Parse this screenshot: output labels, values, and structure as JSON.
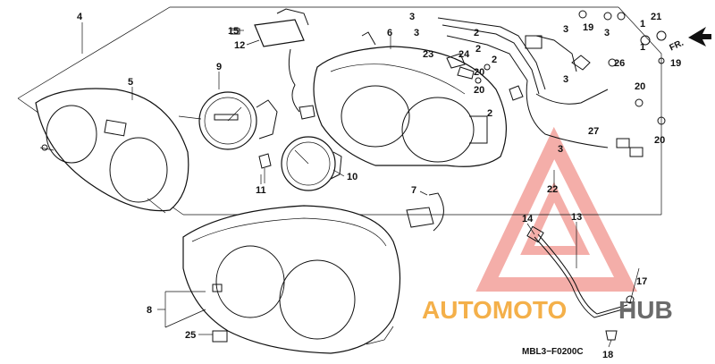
{
  "diagram": {
    "code": "MBL3−F0200C",
    "orientation_label": "FR.",
    "watermark": {
      "part1": "AUTOMOTO",
      "part2": "HUB"
    },
    "callouts": {
      "n1a": "1",
      "n1b": "1",
      "n2a": "2",
      "n2b": "2",
      "n2c": "2",
      "n2d": "2",
      "n3a": "3",
      "n3b": "3",
      "n3c": "3",
      "n3d": "3",
      "n3e": "3",
      "n3f": "3",
      "n4": "4",
      "n5": "5",
      "n6": "6",
      "n7": "7",
      "n8": "8",
      "n9": "9",
      "n10": "10",
      "n11": "11",
      "n12": "12",
      "n13": "13",
      "n14": "14",
      "n15": "15",
      "n17": "17",
      "n18": "18",
      "n19a": "19",
      "n19b": "19",
      "n20a": "20",
      "n20b": "20",
      "n20c": "20",
      "n21": "21",
      "n22": "22",
      "n23": "23",
      "n24": "24",
      "n25": "25",
      "n26": "26",
      "n27": "27"
    }
  }
}
